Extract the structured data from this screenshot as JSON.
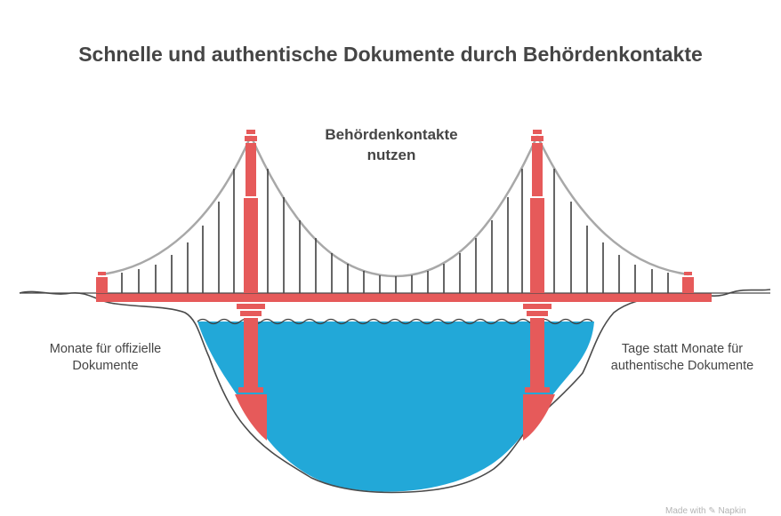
{
  "title": "Schnelle und authentische Dokumente durch Behördenkontakte",
  "bridge_label": "Behördenkontakte\nnutzen",
  "left_side": "Monate für offizielle\nDokumente",
  "right_side": "Tage statt Monate für\nauthentische Dokumente",
  "watermark": "Made with ✎ Napkin",
  "colors": {
    "tower": "#e65a5a",
    "water": "#22a8d8",
    "cable": "#a8a8a8",
    "hanger": "#3f3f3f",
    "ground": "#4a4a4a",
    "text": "#454545"
  }
}
